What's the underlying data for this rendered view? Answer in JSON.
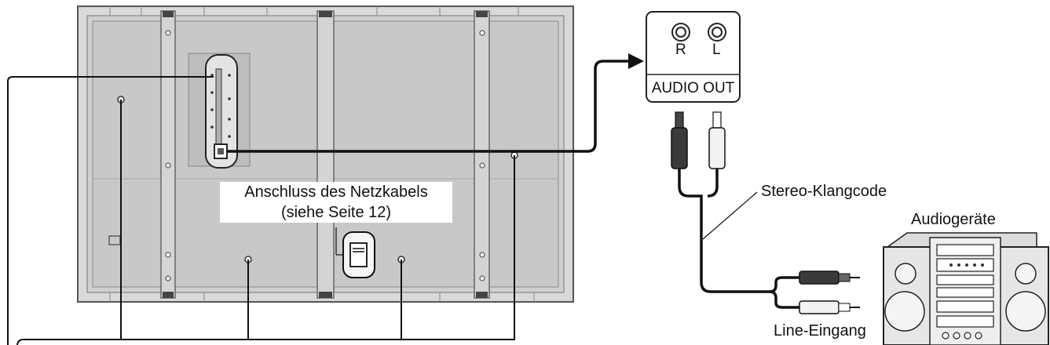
{
  "tv": {
    "power_label_line1": "Anschluss des Netzkabels",
    "power_label_line2": "(siehe Seite 12)"
  },
  "audio_out": {
    "r_label": "R",
    "l_label": "L",
    "title": "AUDIO OUT"
  },
  "cable": {
    "label": "Stereo-Klangcode"
  },
  "audio_device": {
    "title": "Audiogeräte",
    "input_label": "Line-Eingang"
  }
}
